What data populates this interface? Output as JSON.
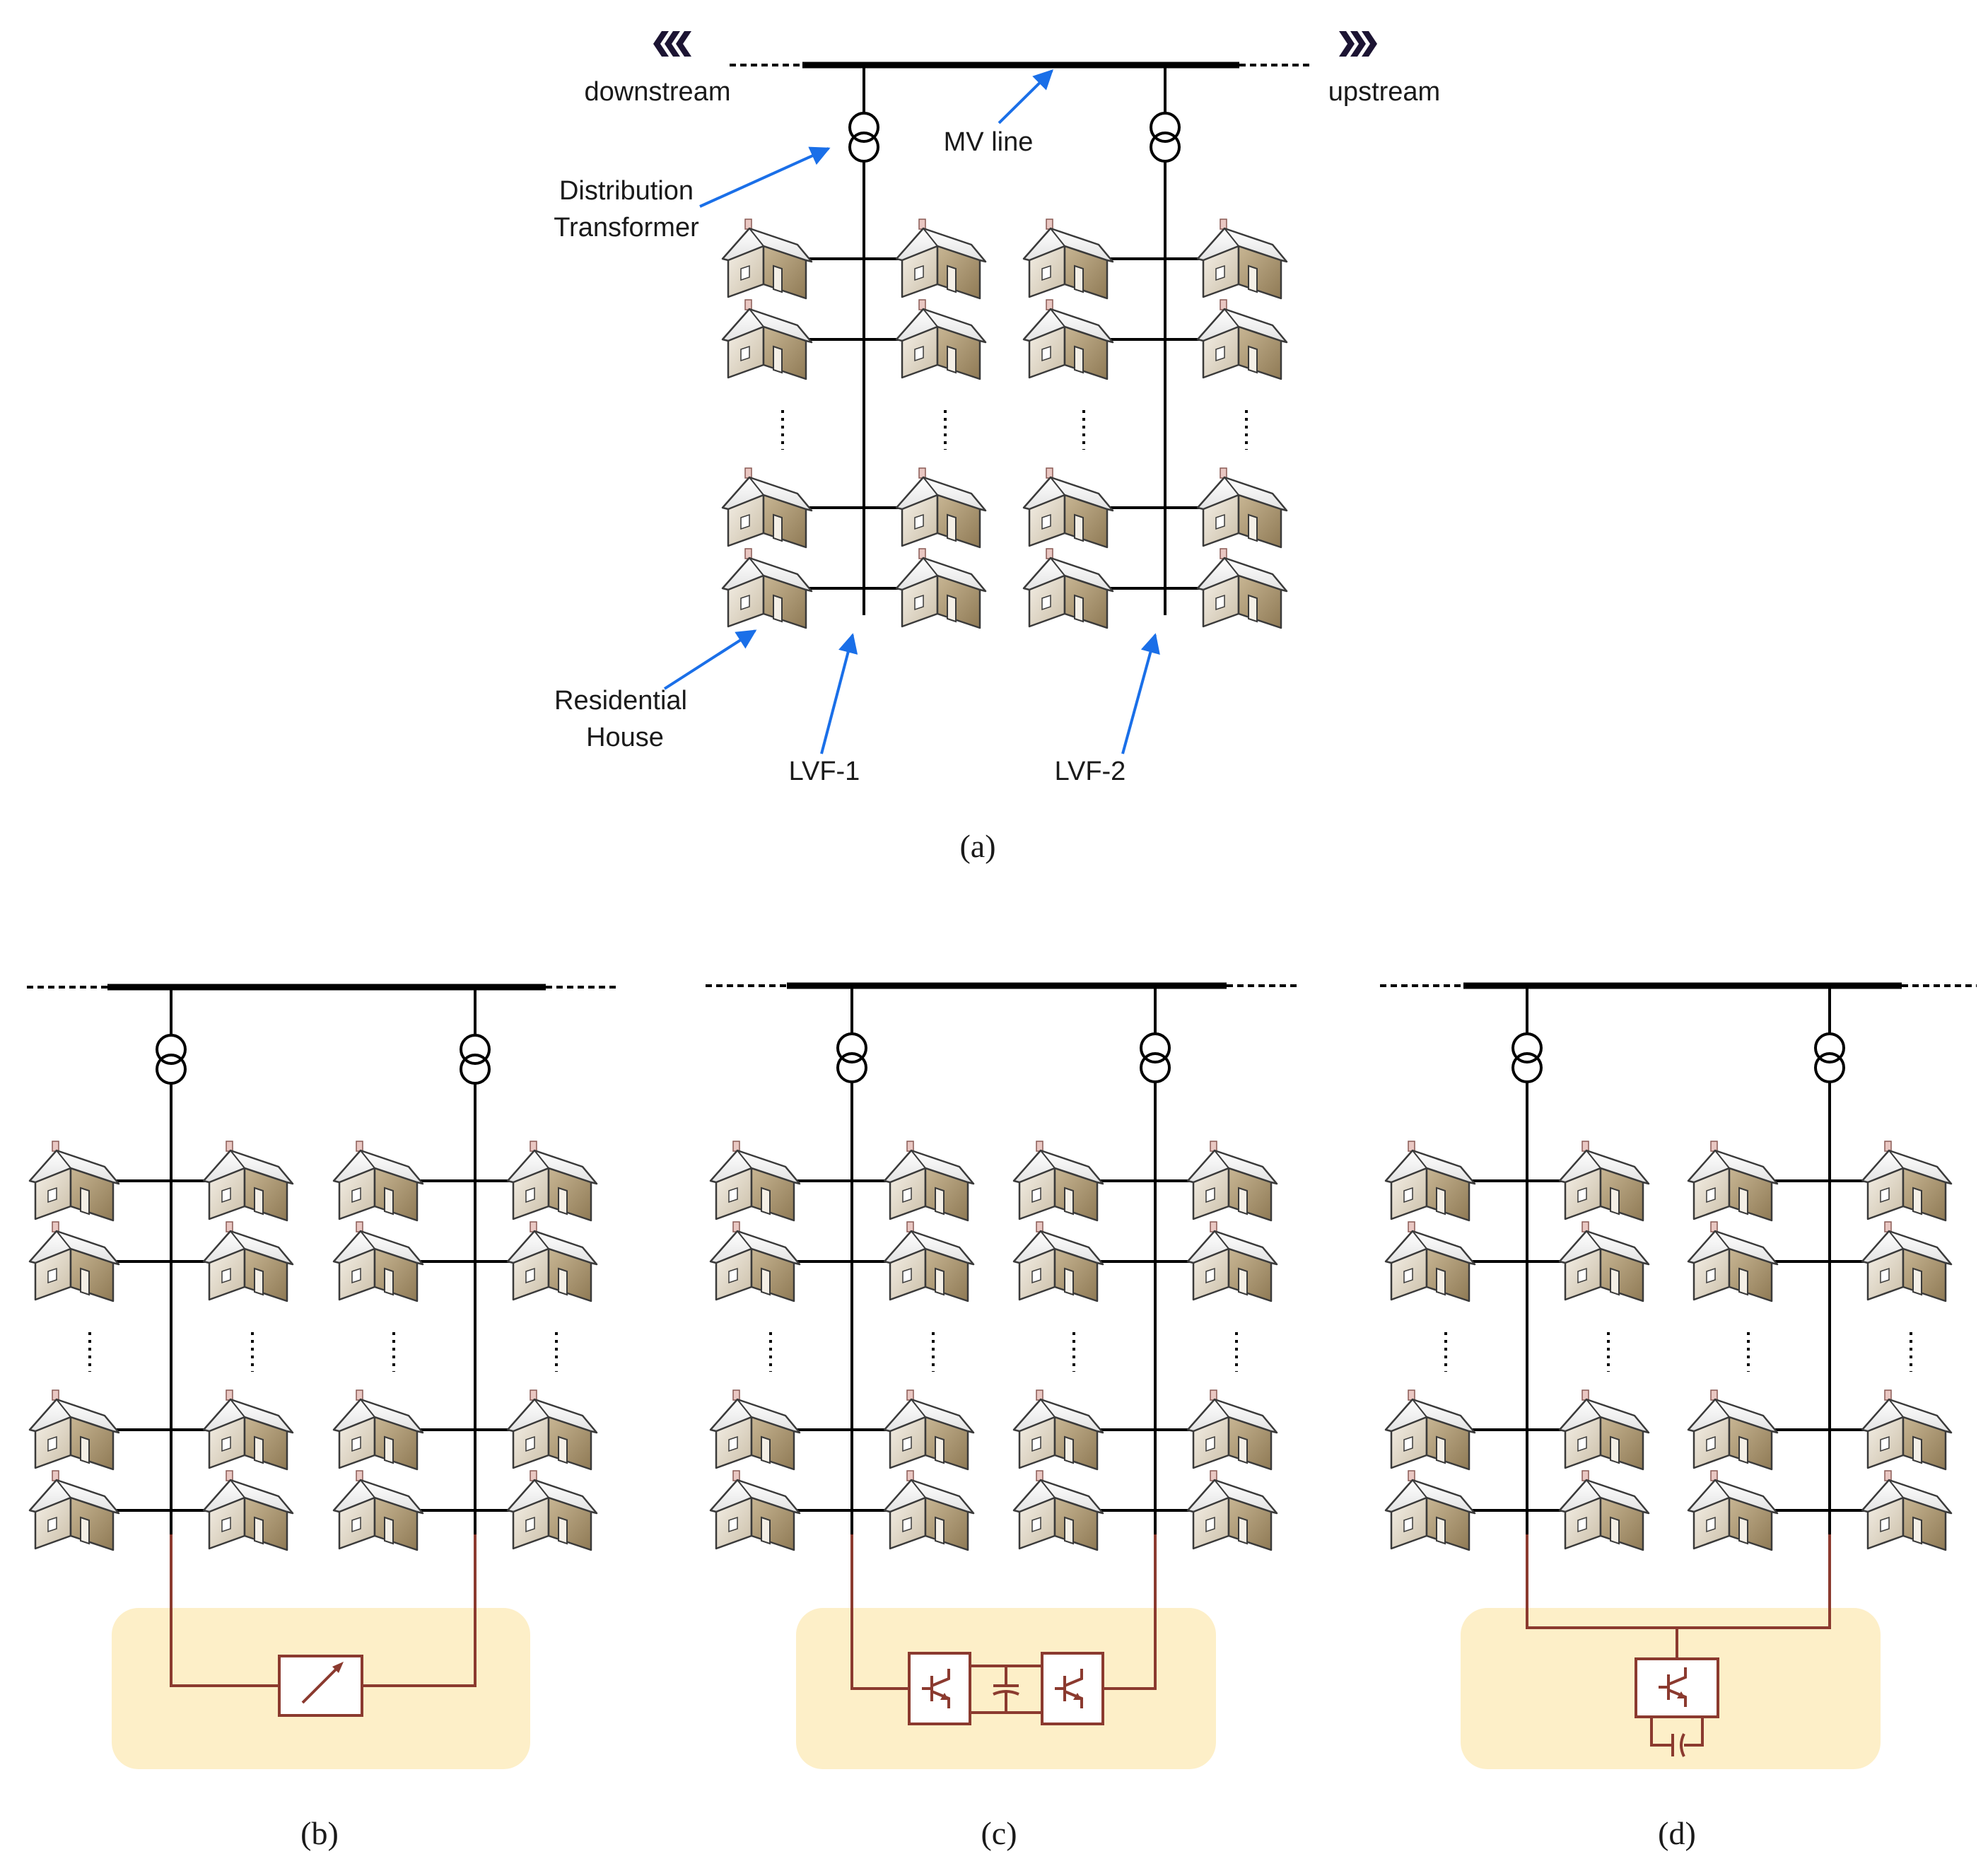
{
  "labels": {
    "downstream": "downstream",
    "upstream": "upstream",
    "mv_line": "MV line",
    "distribution_transformer_line1": "Distribution",
    "distribution_transformer_line2": "Transformer",
    "residential_line1": "Residential",
    "residential_line2": "House",
    "lvf1": "LVF-1",
    "lvf2": "LVF-2"
  },
  "panels": [
    {
      "caption": "(a)",
      "device": "none"
    },
    {
      "caption": "(b)",
      "device": "normally-open-point-switch"
    },
    {
      "caption": "(c)",
      "device": "back-to-back-converter"
    },
    {
      "caption": "(d)",
      "device": "single-converter"
    }
  ],
  "colors": {
    "arrow": "#1a6fe8",
    "power_electronics": "#8b3a2f",
    "device_zone": "#fdefc8"
  }
}
